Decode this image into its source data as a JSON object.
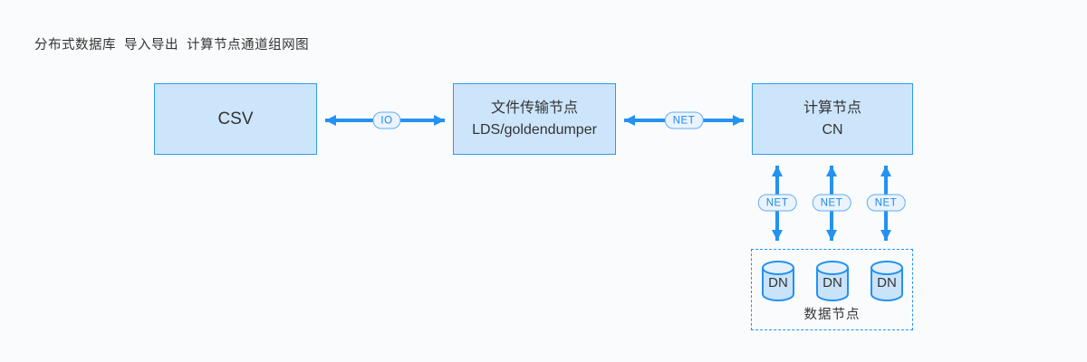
{
  "title": "分布式数据库  导入导出  计算节点通道组网图",
  "nodes": {
    "csv": {
      "label": "CSV"
    },
    "file_transfer": {
      "line1": "文件传输节点",
      "line2": "LDS/goldendumper"
    },
    "compute": {
      "line1": "计算节点",
      "line2": "CN"
    }
  },
  "links": {
    "io_label": "IO",
    "net_label_h": "NET",
    "net_label_v1": "NET",
    "net_label_v2": "NET",
    "net_label_v3": "NET"
  },
  "data_node_group": {
    "caption": "数据节点",
    "items": [
      "DN",
      "DN",
      "DN"
    ]
  },
  "colors": {
    "accent": "#2492f2",
    "node_fill": "#cde5fb",
    "node_border": "#2e9af0",
    "pill_fill": "#eaf4fe",
    "pill_border": "#63adf2",
    "pill_text": "#1f87e8",
    "cylinder_fill": "#c9e3fa",
    "cylinder_top_fill": "#e4f1fd",
    "text": "#333333",
    "background": "#fafbfd"
  }
}
